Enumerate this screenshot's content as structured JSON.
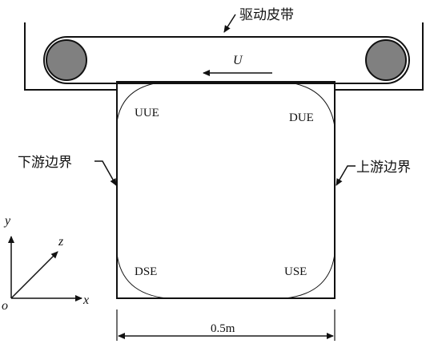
{
  "labels": {
    "belt": "驱动皮带",
    "velocity": "U",
    "upstream_boundary": "上游边界",
    "downstream_boundary": "下游边界",
    "corner_uue": "UUE",
    "corner_due": "DUE",
    "corner_dse": "DSE",
    "corner_use": "USE",
    "dimension": "0.5m"
  },
  "axes": {
    "x": "x",
    "y": "y",
    "z": "z",
    "origin": "o"
  },
  "colors": {
    "roller": "#808080",
    "line": "#111111"
  }
}
